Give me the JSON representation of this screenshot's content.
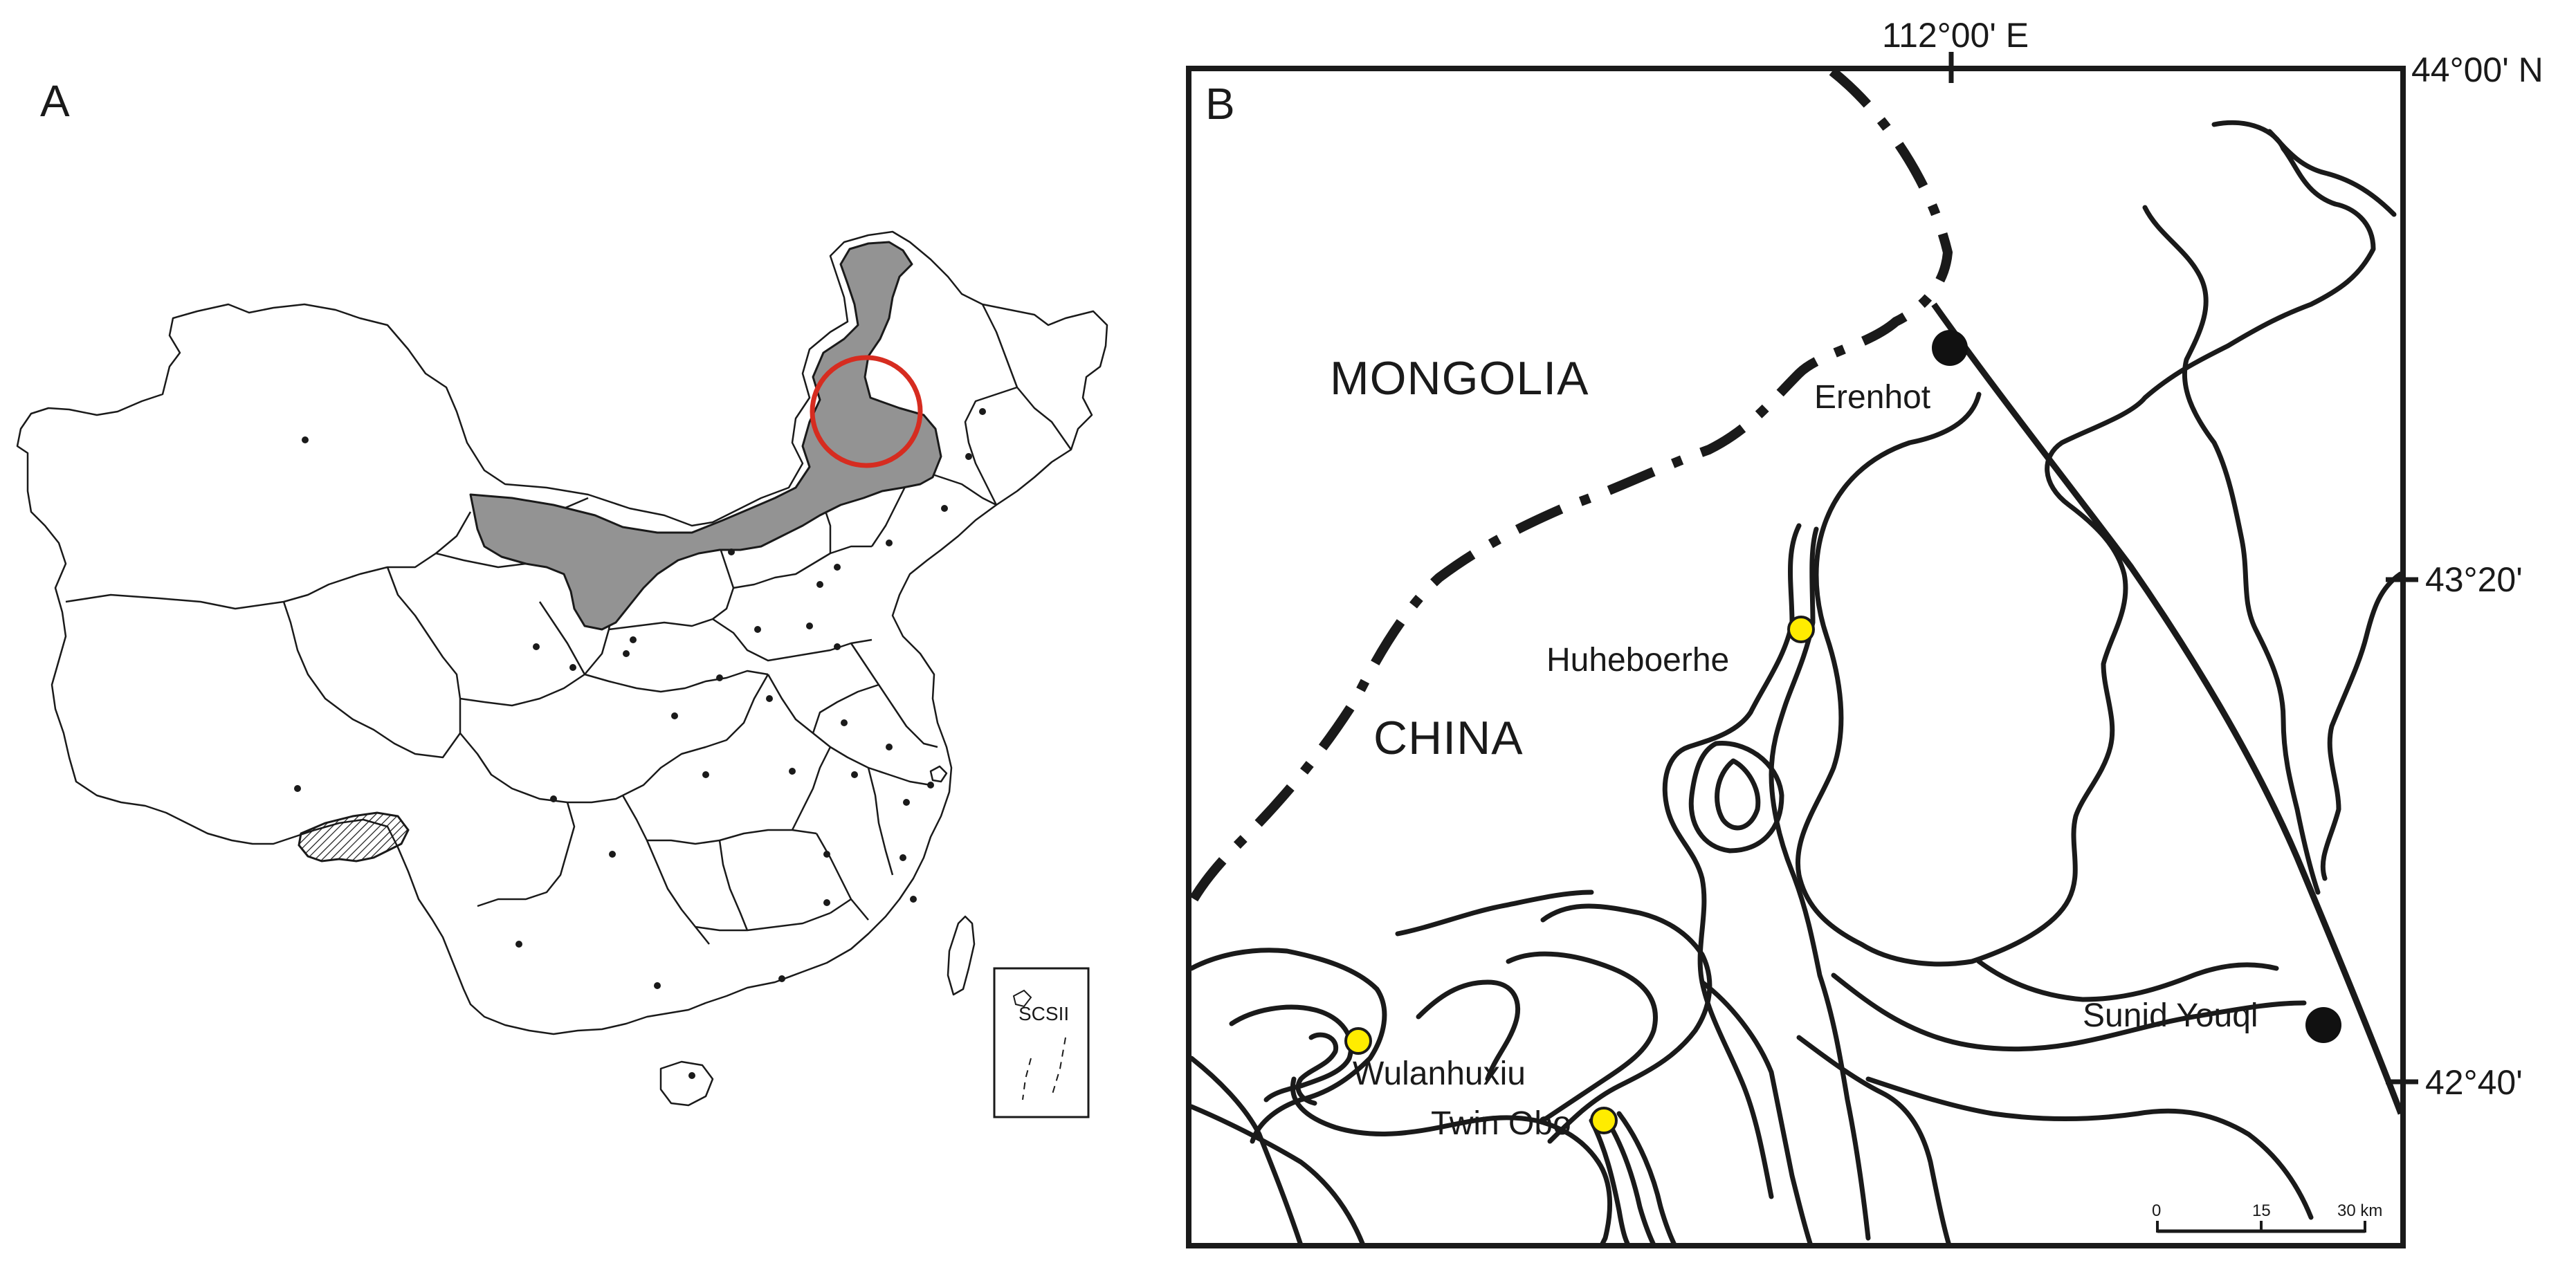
{
  "panels": {
    "a": {
      "letter": "A"
    },
    "b": {
      "letter": "B"
    }
  },
  "inset": {
    "label": "SCSII"
  },
  "map_b": {
    "countries": {
      "north": "MONGOLIA",
      "south": "CHINA"
    },
    "coordinates": {
      "top_longitude": "112°00' E",
      "lat_top": "44°00' N",
      "lat_mid": "43°20'",
      "lat_low": "42°40'"
    },
    "towns": [
      {
        "name": "Erenhot",
        "kind": "town"
      },
      {
        "name": "Sunid Youqi",
        "kind": "town"
      }
    ],
    "sites": [
      {
        "name": "Huheboerhe",
        "kind": "fossil-site"
      },
      {
        "name": "Wulanhuxiu",
        "kind": "fossil-site"
      },
      {
        "name": "Twin Obo",
        "kind": "fossil-site"
      }
    ],
    "scale": {
      "ticks": [
        "0",
        "15",
        "30 km"
      ]
    }
  },
  "colors": {
    "inner_mongolia_fill": "#939393",
    "study_area_circle": "#d62c20",
    "site_marker": "#ffec00",
    "town_marker": "#111111",
    "line": "#1a1a1a"
  }
}
